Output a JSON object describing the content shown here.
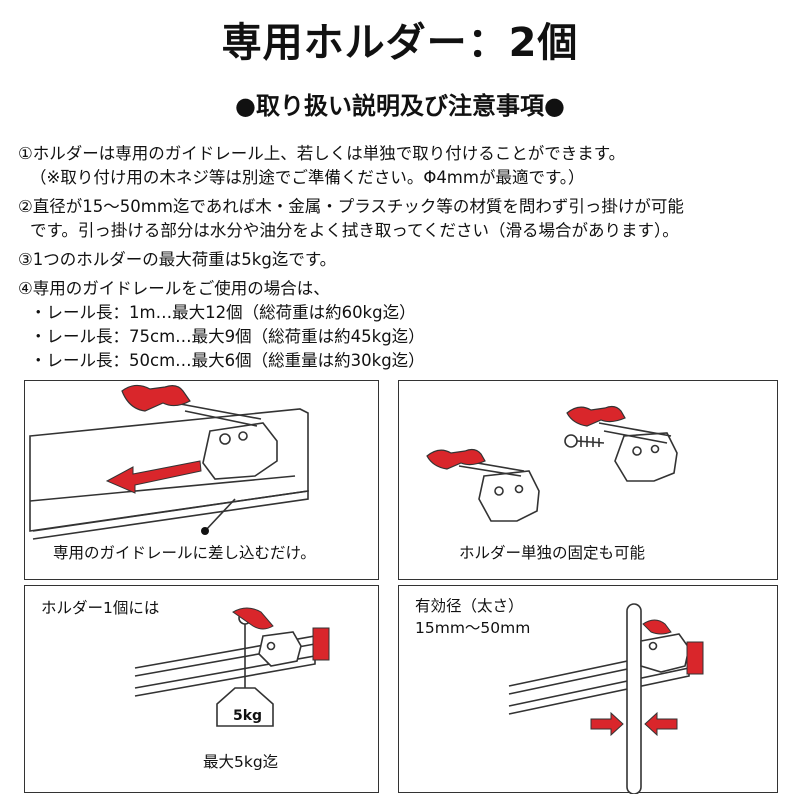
{
  "title": "専用ホルダー：2個",
  "subtitle": "●取り扱い説明及び注意事項●",
  "instructions": [
    {
      "lines": [
        "①ホルダーは専用のガイドレール上、若しくは単独で取り付けることができます。",
        "（※取り付け用の木ネジ等は別途でご準備ください。Φ4mmが最適です。）"
      ]
    },
    {
      "lines": [
        "②直径が15～50mm迄であれば木・金属・プラスチック等の材質を問わず引っ掛けが可能",
        "です。引っ掛ける部分は水分や油分をよく拭き取ってください（滑る場合があります）。"
      ]
    },
    {
      "lines": [
        "③1つのホルダーの最大荷重は5kg迄です。"
      ]
    },
    {
      "lines": [
        "④専用のガイドレールをご使用の場合は、",
        "・レール長：1m…最大12個（総荷重は約60kg迄）",
        "・レール長：75cm…最大9個（総荷重は約45kg迄）",
        "・レール長：50cm…最大6個（総重量は約30kg迄）"
      ]
    }
  ],
  "panels": {
    "rail_insert": {
      "caption": "専用のガイドレールに差し込むだけ。"
    },
    "standalone": {
      "caption": "ホルダー単独の固定も可能"
    },
    "max_load": {
      "caption_top": "ホルダー1個には",
      "weight_label": "5kg",
      "caption_bottom": "最大5kg迄"
    },
    "diameter": {
      "caption_line1": "有効径（太さ）",
      "caption_line2": "15mm～50mm"
    }
  },
  "colors": {
    "accent_red": "#d9262b",
    "line": "#333333"
  }
}
